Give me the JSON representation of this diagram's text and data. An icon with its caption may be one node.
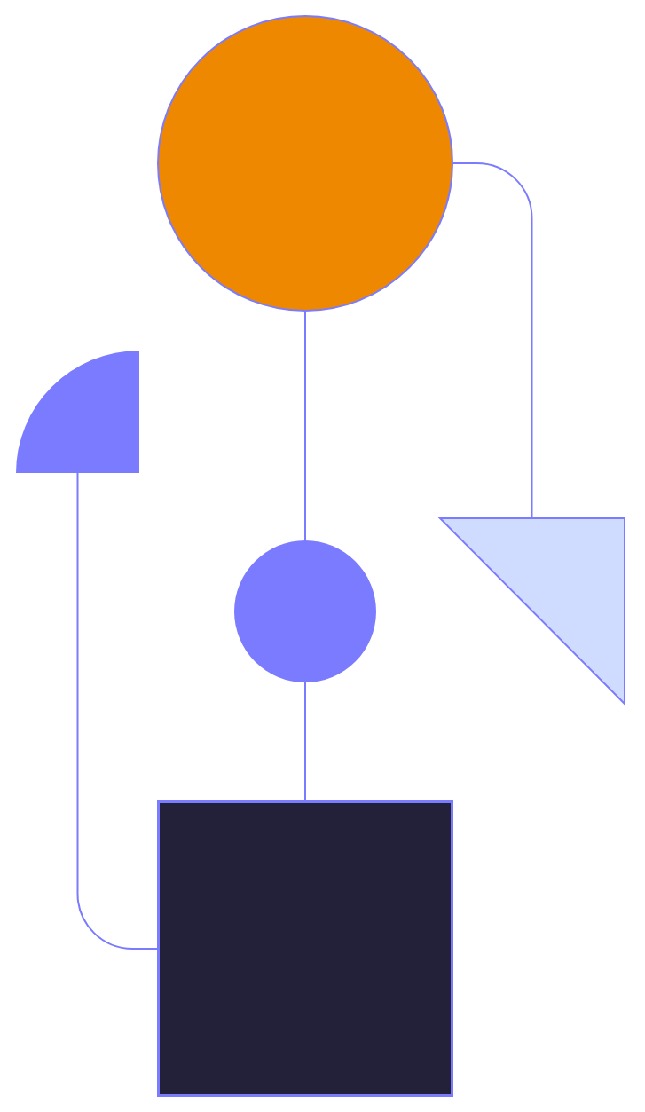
{
  "diagram": {
    "nodes": [
      {
        "text": [],
        "shape": "circle"
      },
      {
        "text": [],
        "shape": "quarter-circle"
      },
      {
        "text": [],
        "shape": "triangle"
      },
      {
        "text": [],
        "shape": "circle"
      },
      {
        "text": [],
        "shape": "square"
      }
    ],
    "edges": [
      {
        "from": 0,
        "to": 3,
        "arrow": "none"
      },
      {
        "from": 0,
        "to": 2,
        "arrow": "none"
      },
      {
        "from": 1,
        "to": 4,
        "arrow": "none"
      },
      {
        "from": 3,
        "to": 4,
        "arrow": "none"
      }
    ]
  }
}
